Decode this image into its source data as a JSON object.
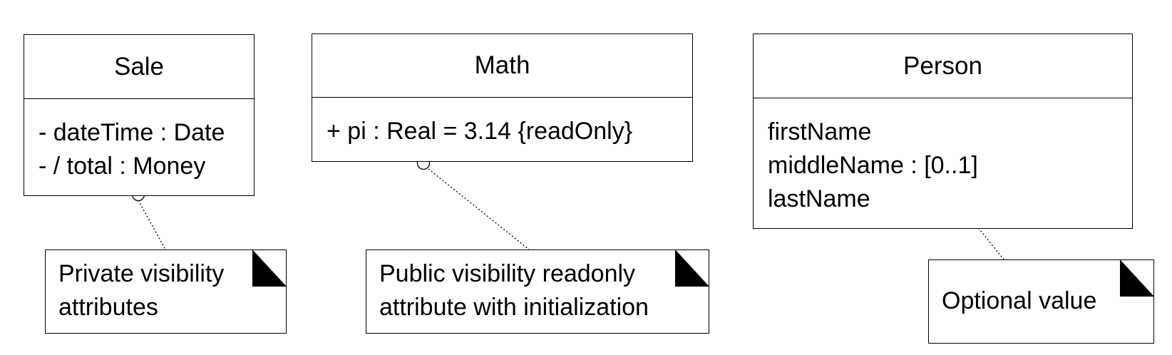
{
  "classes": [
    {
      "name": "Sale",
      "attributes": [
        "- dateTime : Date",
        "- / total : Money"
      ]
    },
    {
      "name": "Math",
      "attributes": [
        "+ pi : Real = 3.14 {readOnly}"
      ]
    },
    {
      "name": "Person",
      "attributes": [
        "firstName",
        "middleName : [0..1]",
        "lastName"
      ]
    }
  ],
  "notes": [
    {
      "lines": [
        "Private visibility",
        "attributes"
      ]
    },
    {
      "lines": [
        "Public visibility readonly",
        "attribute with initialization"
      ]
    },
    {
      "lines": [
        "Optional value"
      ]
    }
  ],
  "colors": {
    "stroke": "#000000",
    "background": "#ffffff"
  }
}
